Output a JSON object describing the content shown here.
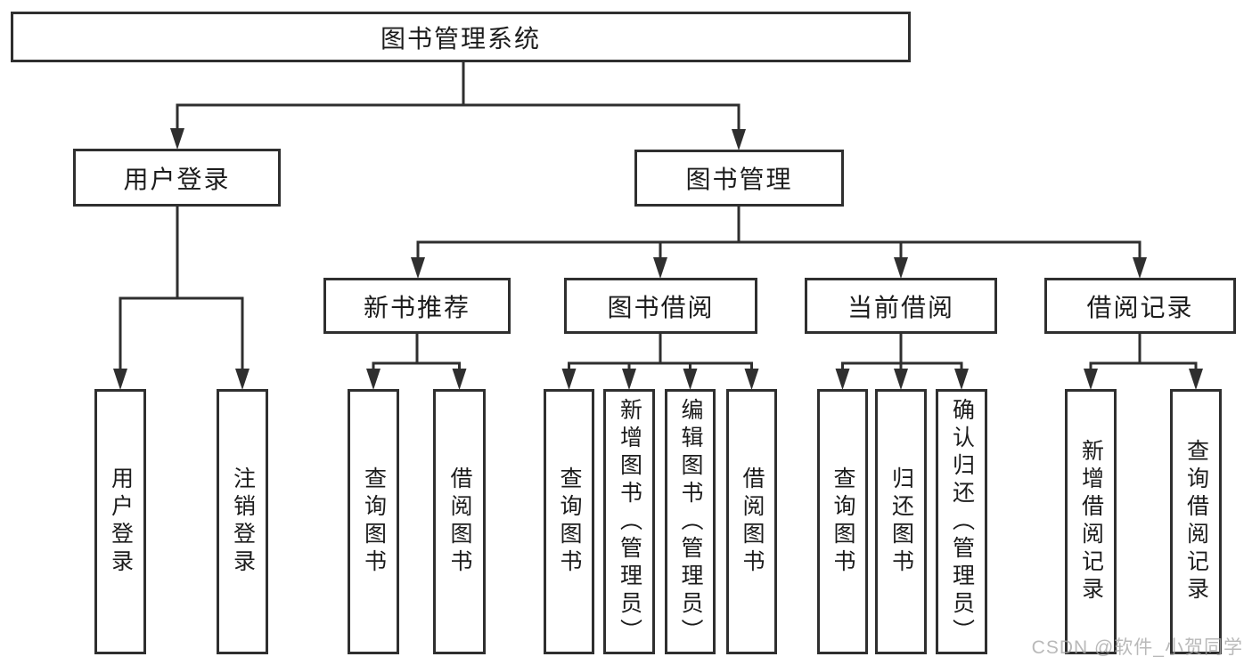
{
  "diagram": {
    "root": {
      "label": "图书管理系统"
    },
    "branches": [
      {
        "label": "用户登录",
        "children": [
          {
            "label": "用户登录"
          },
          {
            "label": "注销登录"
          }
        ]
      },
      {
        "label": "图书管理",
        "children": [
          {
            "label": "新书推荐",
            "children": [
              {
                "label": "查询图书"
              },
              {
                "label": "借阅图书"
              }
            ]
          },
          {
            "label": "图书借阅",
            "children": [
              {
                "label": "查询图书"
              },
              {
                "label": "新增图书（管理员）"
              },
              {
                "label": "编辑图书（管理员）"
              },
              {
                "label": "借阅图书"
              }
            ]
          },
          {
            "label": "当前借阅",
            "children": [
              {
                "label": "查询图书"
              },
              {
                "label": "归还图书"
              },
              {
                "label": "确认归还（管理员）"
              }
            ]
          },
          {
            "label": "借阅记录",
            "children": [
              {
                "label": "新增借阅记录"
              },
              {
                "label": "查询借阅记录"
              }
            ]
          }
        ]
      }
    ]
  },
  "watermark": {
    "text": "CSDN @软件_小贺同学"
  },
  "colors": {
    "line": "#2f2f2f",
    "box_border": "#2f2f2f",
    "text": "#1c1c1c",
    "watermark": "#a7a7a7",
    "background": "#ffffff"
  }
}
